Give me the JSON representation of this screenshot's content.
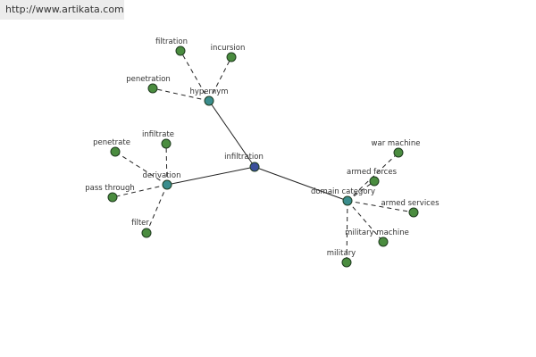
{
  "url": "http://www.artikata.com",
  "colors": {
    "center": "#3a4f9a",
    "category": "#3a8d8d",
    "leaf": "#4a8c3f"
  },
  "graph": {
    "center": "infiltration",
    "categories": [
      {
        "label": "hypernym",
        "leaves": [
          "filtration",
          "incursion",
          "penetration"
        ]
      },
      {
        "label": "derivation",
        "leaves": [
          "penetrate",
          "infiltrate",
          "pass through",
          "filter"
        ]
      },
      {
        "label": "domain category",
        "leaves": [
          "war machine",
          "armed forces",
          "armed services",
          "military machine",
          "military"
        ]
      }
    ]
  }
}
